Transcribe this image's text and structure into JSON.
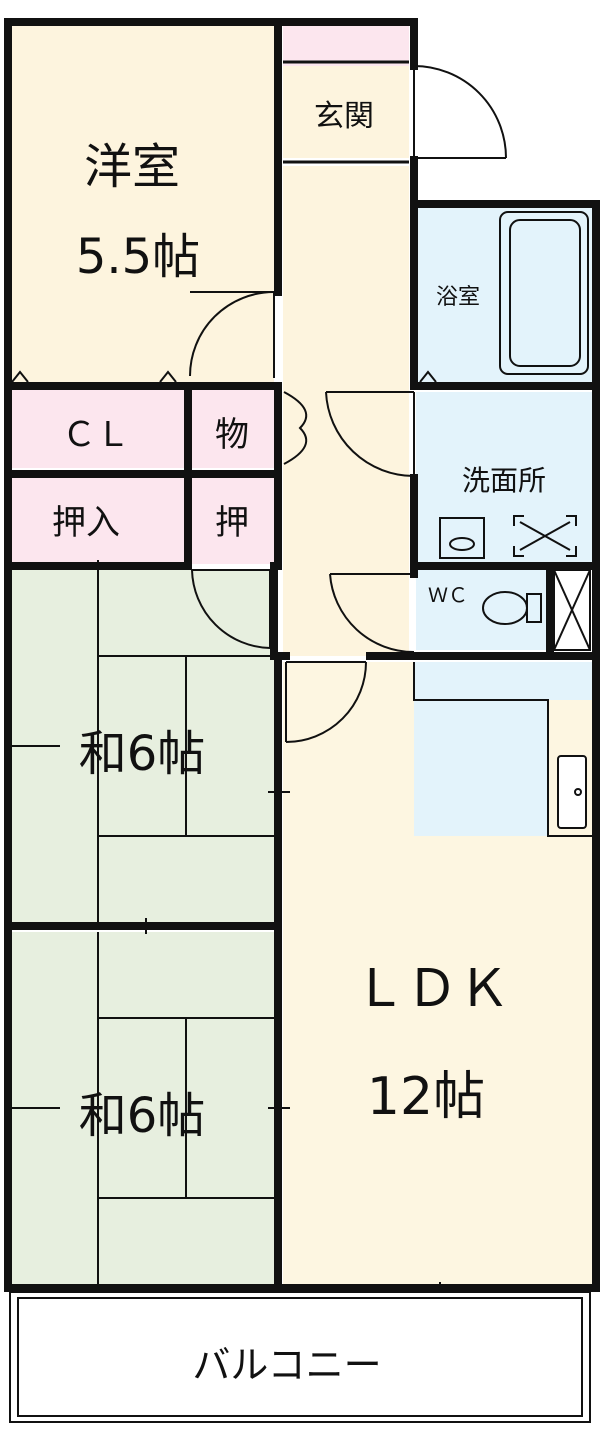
{
  "rooms": {
    "western": {
      "name": "洋室",
      "size": "5.5帖"
    },
    "closet": {
      "label": "ＣＬ"
    },
    "storage": {
      "label": "物"
    },
    "oshiire_1": {
      "label": "押入"
    },
    "oshiire_2": {
      "label": "押"
    },
    "entrance": {
      "label": "玄関"
    },
    "bath": {
      "label": "浴室"
    },
    "washroom": {
      "label": "洗面所"
    },
    "wc": {
      "label": "ＷＣ"
    },
    "japanese_1": {
      "label": "和6帖"
    },
    "japanese_2": {
      "label": "和6帖"
    },
    "ldk": {
      "name": "ＬＤＫ",
      "size": "12帖"
    },
    "balcony": {
      "label": "バルコニー"
    }
  },
  "colors": {
    "wall": "#111111",
    "western_fill": "#fdf4de",
    "storage_fill": "#fce6ee",
    "entrance_fill": "#fdf4de",
    "wet_fill": "#e3f3fb",
    "tatami_fill": "#e7efdf",
    "ldk_fill": "#fdf6e1",
    "balcony_fill": "#ffffff"
  }
}
